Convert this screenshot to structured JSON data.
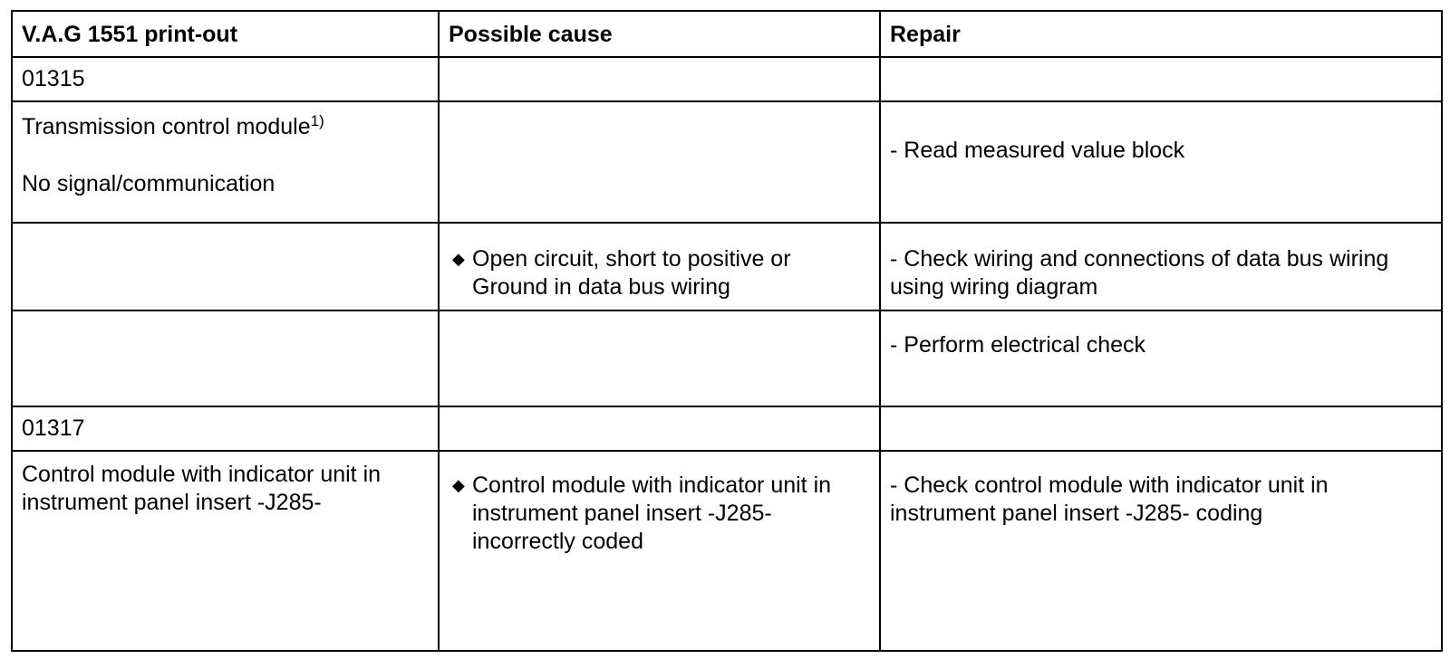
{
  "table": {
    "headers": {
      "printout": "V.A.G 1551 print-out",
      "cause": "Possible cause",
      "repair": "Repair"
    },
    "rows": [
      {
        "printout": "01315",
        "cause": "",
        "repair": ""
      },
      {
        "printout_line1": "Transmission control module",
        "printout_footnote": "1)",
        "printout_line2": "No signal/communication",
        "cause": "",
        "repair": "- Read measured value block"
      },
      {
        "printout": "",
        "cause_bullet": "◆",
        "cause": "Open circuit, short to positive or Ground in data bus wiring",
        "repair": "- Check wiring and connections of data bus wiring using wiring diagram"
      },
      {
        "printout": "",
        "cause": "",
        "repair": "- Perform electrical check"
      },
      {
        "printout": "01317",
        "cause": "",
        "repair": ""
      },
      {
        "printout": "Control module with indicator unit in instrument panel insert -J285-",
        "cause_bullet": "◆",
        "cause": "Control module with indicator unit in instrument panel insert -J285- incorrectly coded",
        "repair": "- Check control module with indicator unit in instrument panel insert -J285- coding"
      }
    ]
  }
}
